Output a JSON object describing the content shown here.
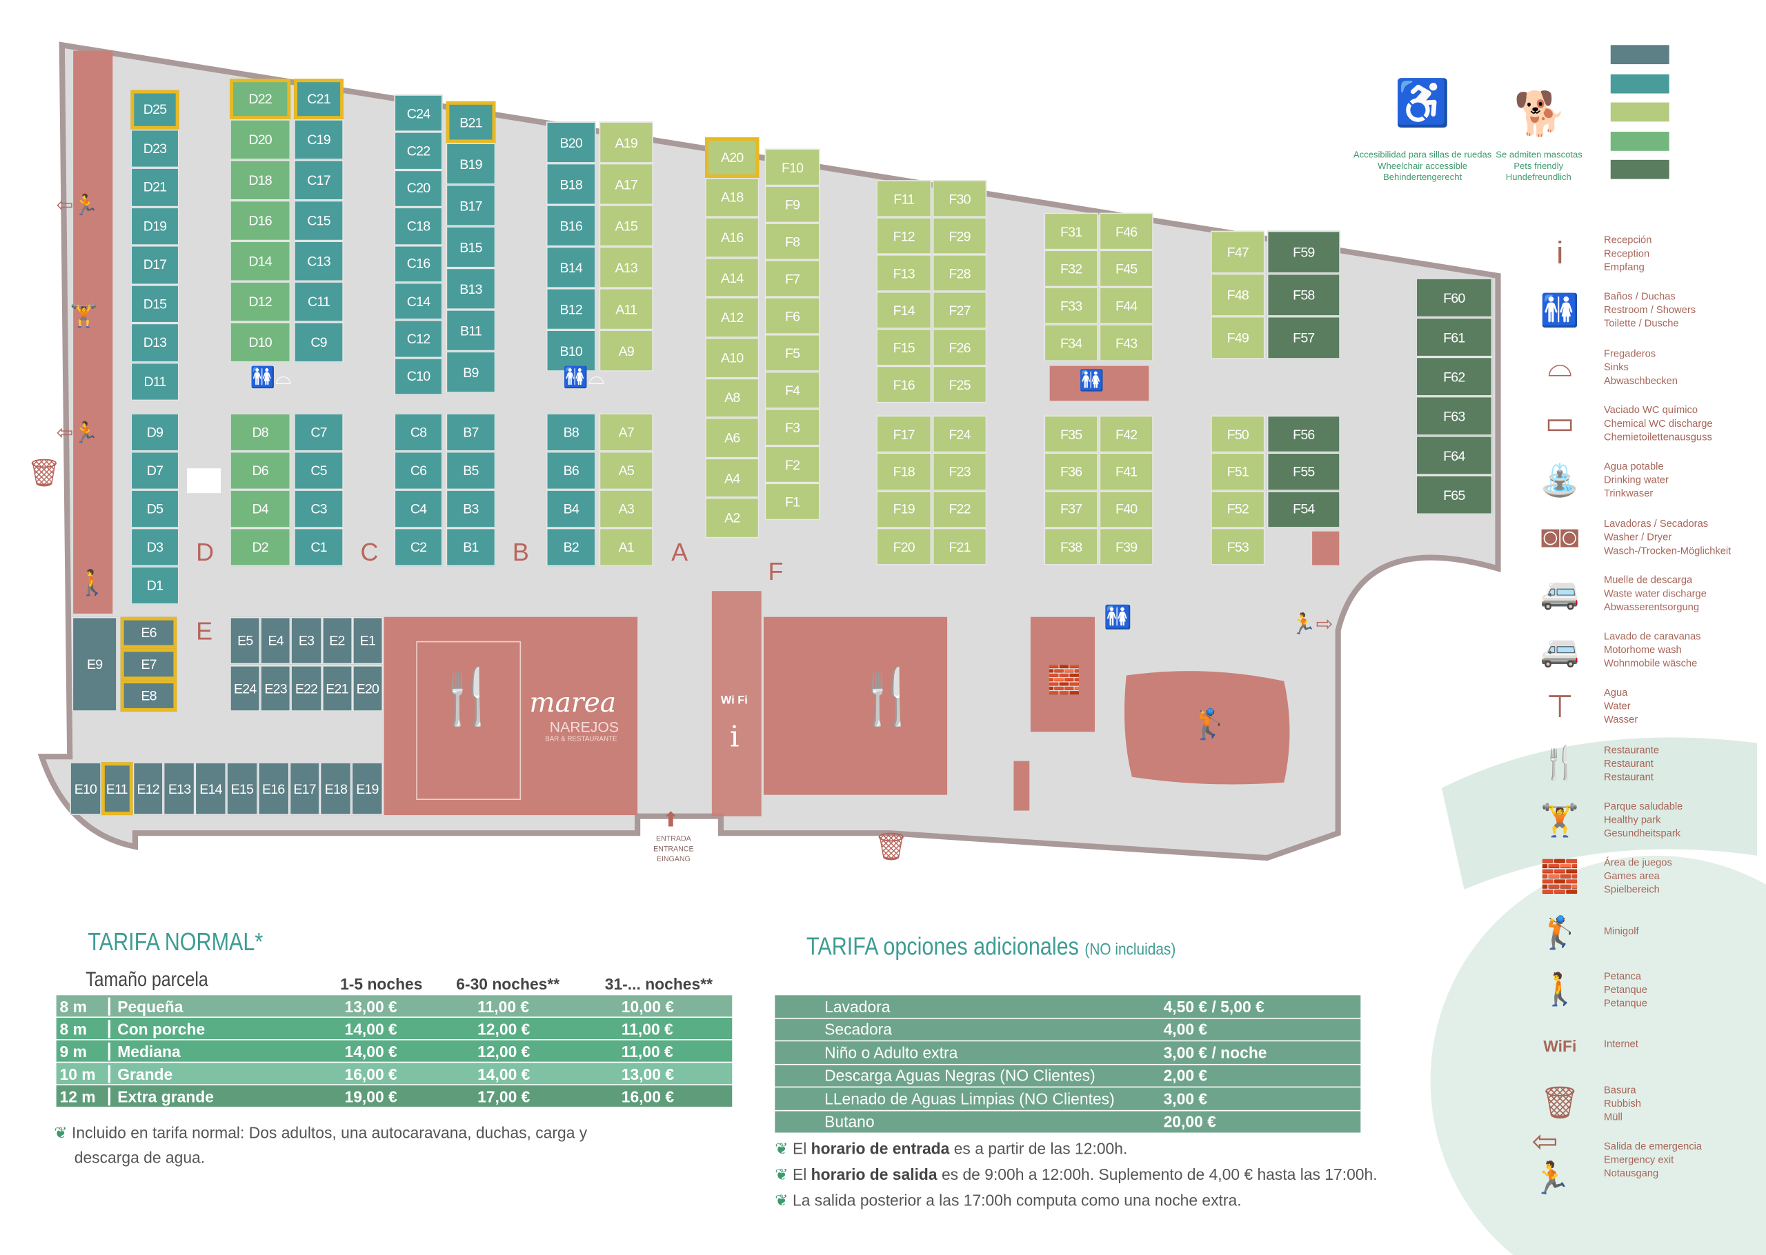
{
  "accent_colors": {
    "teal_title": "#3e9c93",
    "service": "#c98078",
    "icon": "#a8665a",
    "accessible_border": "#e8b923"
  },
  "color_legend": [
    "#5d7f86",
    "#4a9c9b",
    "#b5cb7e",
    "#74b77e",
    "#5a7d60"
  ],
  "badges": {
    "wheelchair": {
      "icon": "wheelchair-icon",
      "lines": [
        "Accesibilidad para sillas de ruedas",
        "Wheelchair accessible",
        "Behindertengerecht"
      ]
    },
    "pets": {
      "icon": "dog-icon",
      "lines": [
        "Se admiten mascotas",
        "Pets friendly",
        "Hundefreundlich"
      ]
    }
  },
  "sections": {
    "A": "A",
    "B": "B",
    "C": "C",
    "D": "D",
    "E": "E",
    "F": "F"
  },
  "accessible_plots": [
    "D25",
    "D22",
    "C21",
    "B21",
    "A20",
    "E6",
    "E7",
    "E8",
    "E11"
  ],
  "plot_groups": [
    {
      "id": "D_up",
      "color": "#4a9c9b",
      "labels": [
        "D25",
        "D23",
        "D21",
        "D19",
        "D17",
        "D15",
        "D13",
        "D11"
      ]
    },
    {
      "id": "D_low",
      "color": "#4a9c9b",
      "labels": [
        "D9",
        "D7",
        "D5",
        "D3",
        "D1"
      ]
    },
    {
      "id": "Dg_up",
      "color": "#74b77e",
      "labels": [
        "D22",
        "D20",
        "D18",
        "D16",
        "D14",
        "D12",
        "D10"
      ]
    },
    {
      "id": "C_up",
      "color": "#4a9c9b",
      "labels": [
        "C21",
        "C19",
        "C17",
        "C15",
        "C13",
        "C11",
        "C9"
      ]
    },
    {
      "id": "Dg_low",
      "color": "#74b77e",
      "labels": [
        "D8",
        "D6",
        "D4",
        "D2"
      ]
    },
    {
      "id": "C_low",
      "color": "#4a9c9b",
      "labels": [
        "C7",
        "C5",
        "C3",
        "C1"
      ]
    },
    {
      "id": "C24",
      "color": "#4a9c9b",
      "labels": [
        "C24",
        "C22",
        "C20",
        "C18",
        "C16",
        "C14",
        "C12",
        "C10"
      ]
    },
    {
      "id": "B21",
      "color": "#4a9c9b",
      "labels": [
        "B21",
        "B19",
        "B17",
        "B15",
        "B13",
        "B11",
        "B9"
      ]
    },
    {
      "id": "C_low2",
      "color": "#4a9c9b",
      "labels": [
        "C8",
        "C6",
        "C4",
        "C2"
      ]
    },
    {
      "id": "B_low",
      "color": "#4a9c9b",
      "labels": [
        "B7",
        "B5",
        "B3",
        "B1"
      ]
    },
    {
      "id": "B20",
      "color": "#4a9c9b",
      "labels": [
        "B20",
        "B18",
        "B16",
        "B14",
        "B12",
        "B10"
      ]
    },
    {
      "id": "A19",
      "color": "#b5cb7e",
      "labels": [
        "A19",
        "A17",
        "A15",
        "A13",
        "A11",
        "A9"
      ]
    },
    {
      "id": "B_low2",
      "color": "#4a9c9b",
      "labels": [
        "B8",
        "B6",
        "B4",
        "B2"
      ]
    },
    {
      "id": "A_low",
      "color": "#b5cb7e",
      "labels": [
        "A7",
        "A5",
        "A3",
        "A1"
      ]
    },
    {
      "id": "A20",
      "color": "#b5cb7e",
      "labels": [
        "A20",
        "A18",
        "A16",
        "A14",
        "A12",
        "A10",
        "A8",
        "A6",
        "A4",
        "A2"
      ]
    },
    {
      "id": "F10",
      "color": "#b5cb7e",
      "labels": [
        "F10",
        "F9",
        "F8",
        "F7",
        "F6",
        "F5",
        "F4",
        "F3",
        "F2",
        "F1"
      ]
    },
    {
      "id": "F11",
      "color": "#b5cb7e",
      "labels": [
        "F11",
        "F12",
        "F13",
        "F14",
        "F15",
        "F16"
      ]
    },
    {
      "id": "F30",
      "color": "#b5cb7e",
      "labels": [
        "F30",
        "F29",
        "F28",
        "F27",
        "F26",
        "F25"
      ]
    },
    {
      "id": "F17",
      "color": "#b5cb7e",
      "labels": [
        "F17",
        "F18",
        "F19",
        "F20"
      ]
    },
    {
      "id": "F24",
      "color": "#b5cb7e",
      "labels": [
        "F24",
        "F23",
        "F22",
        "F21"
      ]
    },
    {
      "id": "F31",
      "color": "#b5cb7e",
      "labels": [
        "F31",
        "F32",
        "F33",
        "F34"
      ]
    },
    {
      "id": "F46",
      "color": "#b5cb7e",
      "labels": [
        "F46",
        "F45",
        "F44",
        "F43"
      ]
    },
    {
      "id": "F35",
      "color": "#b5cb7e",
      "labels": [
        "F35",
        "F36",
        "F37",
        "F38"
      ]
    },
    {
      "id": "F42",
      "color": "#b5cb7e",
      "labels": [
        "F42",
        "F41",
        "F40",
        "F39"
      ]
    },
    {
      "id": "F47",
      "color": "#b5cb7e",
      "labels": [
        "F47",
        "F48",
        "F49"
      ]
    },
    {
      "id": "F59",
      "color": "#5a7d60",
      "labels": [
        "F59",
        "F58",
        "F57"
      ]
    },
    {
      "id": "F50",
      "color": "#b5cb7e",
      "labels": [
        "F50",
        "F51",
        "F52",
        "F53"
      ]
    },
    {
      "id": "F56",
      "color": "#5a7d60",
      "labels": [
        "F56",
        "F55",
        "F54"
      ]
    },
    {
      "id": "F60",
      "color": "#5a7d60",
      "labels": [
        "F60",
        "F61",
        "F62",
        "F63",
        "F64",
        "F65"
      ]
    },
    {
      "id": "E6",
      "color": "#5d7f86",
      "labels": [
        "E6",
        "E7",
        "E8"
      ]
    },
    {
      "id": "E9",
      "color": "#5d7f86",
      "labels": [
        "E9"
      ]
    },
    {
      "id": "E_top",
      "color": "#5d7f86",
      "labels": [
        "E5",
        "E4",
        "E3",
        "E2",
        "E1"
      ]
    },
    {
      "id": "E_mid",
      "color": "#5d7f86",
      "labels": [
        "E24",
        "E23",
        "E22",
        "E21",
        "E20"
      ]
    },
    {
      "id": "E_bot",
      "color": "#5d7f86",
      "labels": [
        "E10",
        "E11",
        "E12",
        "E13",
        "E14",
        "E15",
        "E16",
        "E17",
        "E18",
        "E19"
      ]
    }
  ],
  "restaurant": {
    "name": "marea",
    "sub": "NAREJOS",
    "tag": "BAR & RESTAURANTE"
  },
  "entrance": {
    "lines": [
      "ENTRADA",
      "ENTRANCE",
      "EINGANG"
    ]
  },
  "wifi_label": "Wi Fi",
  "tarifa_normal": {
    "title": "TARIFA NORMAL*",
    "size_header": "Tamaño parcela",
    "columns": [
      "1-5 noches",
      "6-30 noches**",
      "31-... noches**"
    ],
    "rows": [
      {
        "size": "8 m",
        "name": "Pequeña",
        "prices": [
          "13,00 €",
          "11,00 €",
          "10,00 €"
        ],
        "color": "#7fb39a"
      },
      {
        "size": "8 m",
        "name": "Con porche",
        "prices": [
          "14,00 €",
          "12,00 €",
          "11,00 €"
        ],
        "color": "#5aae86"
      },
      {
        "size": "9 m",
        "name": "Mediana",
        "prices": [
          "14,00 €",
          "12,00 €",
          "11,00 €"
        ],
        "color": "#5aae86"
      },
      {
        "size": "10 m",
        "name": "Grande",
        "prices": [
          "16,00 €",
          "14,00 €",
          "13,00 €"
        ],
        "color": "#7fc1a3"
      },
      {
        "size": "12 m",
        "name": "Extra grande",
        "prices": [
          "19,00 €",
          "17,00 €",
          "16,00 €"
        ],
        "color": "#5e9c7a"
      }
    ],
    "note": "Incluido en tarifa normal: Dos adultos, una autocaravana, duchas, carga y",
    "note2": "descarga de agua."
  },
  "tarifa_extra": {
    "title": "TARIFA opciones adicionales",
    "subtitle": "(NO incluidas)",
    "rows": [
      {
        "name": "Lavadora",
        "price": "4,50 € / 5,00 €"
      },
      {
        "name": "Secadora",
        "price": "4,00 €"
      },
      {
        "name": "Niño o Adulto extra",
        "price": "3,00 € / noche"
      },
      {
        "name": "Descarga Aguas Negras (NO Clientes)",
        "price": "2,00 €"
      },
      {
        "name": "LLenado de Aguas Limpias (NO Clientes)",
        "price": "3,00 €"
      },
      {
        "name": "Butano",
        "price": "20,00 €"
      }
    ],
    "notes": [
      {
        "pre": "El ",
        "bold": "horario de entrada",
        "post": " es a partir de las 12:00h."
      },
      {
        "pre": "El ",
        "bold": "horario de salida",
        "post": " es de 9:00h a 12:00h. Suplemento de 4,00 € hasta las 17:00h."
      },
      {
        "pre": "La salida posterior a las 17:00h computa como una noche extra.",
        "bold": "",
        "post": ""
      }
    ]
  },
  "legend": [
    {
      "icon": "info-icon",
      "glyph": "i",
      "lines": [
        "Recepción",
        "Reception",
        "Empfang"
      ]
    },
    {
      "icon": "restroom-shower-icon",
      "glyph": "🚻",
      "lines": [
        "Baños / Duchas",
        "Restroom / Showers",
        "Toilette / Dusche"
      ]
    },
    {
      "icon": "sink-icon",
      "glyph": "⌓",
      "lines": [
        "Fregaderos",
        "Sinks",
        "Abwaschbecken"
      ]
    },
    {
      "icon": "chemical-wc-icon",
      "glyph": "▭",
      "lines": [
        "Vaciado WC químico",
        "Chemical WC discharge",
        "Chemietoilettenausguss"
      ]
    },
    {
      "icon": "drinking-water-icon",
      "glyph": "⛲",
      "lines": [
        "Agua potable",
        "Drinking water",
        "Trinkwaser"
      ]
    },
    {
      "icon": "washer-dryer-icon",
      "glyph": "◙◙",
      "lines": [
        "Lavadoras / Secadoras",
        "Washer / Dryer",
        "Wasch-/Trocken-Möglichkeit"
      ]
    },
    {
      "icon": "waste-water-icon",
      "glyph": "🚐",
      "lines": [
        "Muelle de descarga",
        "Waste water discharge",
        "Abwasserentsorgung"
      ]
    },
    {
      "icon": "motorhome-wash-icon",
      "glyph": "🚐",
      "lines": [
        "Lavado de caravanas",
        "Motorhome wash",
        "Wohnmobile wäsche"
      ]
    },
    {
      "icon": "water-tap-icon",
      "glyph": "⊤",
      "lines": [
        "Agua",
        "Water",
        "Wasser"
      ]
    },
    {
      "icon": "restaurant-icon",
      "glyph": "🍴",
      "lines": [
        "Restaurante",
        "Restaurant",
        "Restaurant"
      ]
    },
    {
      "icon": "healthy-park-icon",
      "glyph": "🏋",
      "lines": [
        "Parque saludable",
        "Healthy park",
        "Gesundheitspark"
      ]
    },
    {
      "icon": "games-area-icon",
      "glyph": "🧱",
      "lines": [
        "Área de juegos",
        "Games area",
        "Spielbereich"
      ]
    },
    {
      "icon": "minigolf-icon",
      "glyph": "🏌",
      "lines": [
        "Minigolf"
      ]
    },
    {
      "icon": "petanque-icon",
      "glyph": "🚶",
      "lines": [
        "Petanca",
        "Petanque",
        "Petanque"
      ]
    },
    {
      "icon": "wifi-icon",
      "glyph": "WiFi",
      "lines": [
        "Internet"
      ]
    },
    {
      "icon": "trash-icon",
      "glyph": "🗑",
      "lines": [
        "Basura",
        "Rubbish",
        "Müll"
      ]
    },
    {
      "icon": "emergency-exit-icon",
      "glyph": "⇦🏃",
      "lines": [
        "Salida de emergencia",
        "Emergency exit",
        "Notausgang"
      ]
    }
  ]
}
